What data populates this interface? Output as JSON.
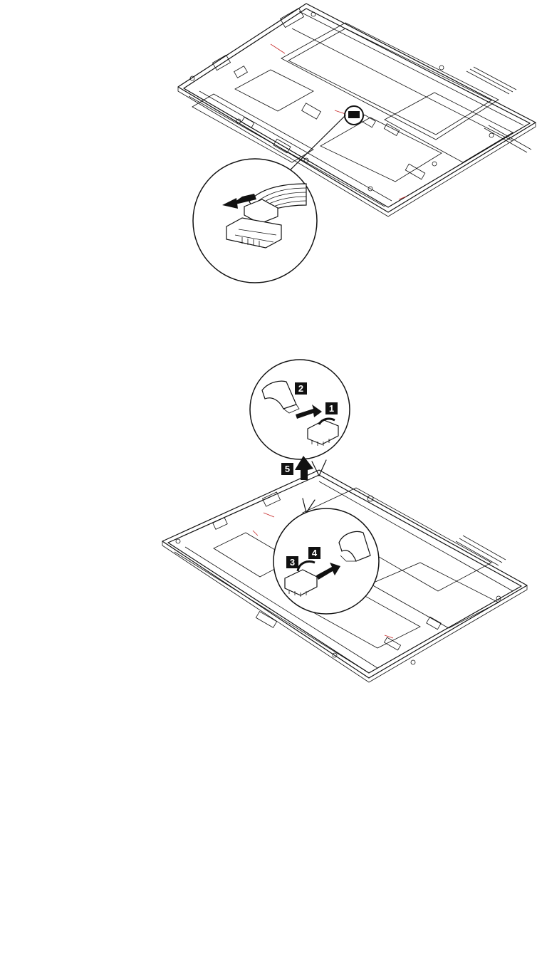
{
  "figure1": {
    "icons": [
      "tablet-internal-view",
      "connector-detail-magnifier",
      "disconnect-arrow"
    ]
  },
  "figure2": {
    "steps": [
      {
        "label": "1"
      },
      {
        "label": "2"
      },
      {
        "label": "3"
      },
      {
        "label": "4"
      },
      {
        "label": "5"
      }
    ],
    "icons": [
      "tablet-internal-view",
      "connector-detail-magnifier-top",
      "connector-detail-magnifier-bottom",
      "lift-arrow"
    ]
  }
}
